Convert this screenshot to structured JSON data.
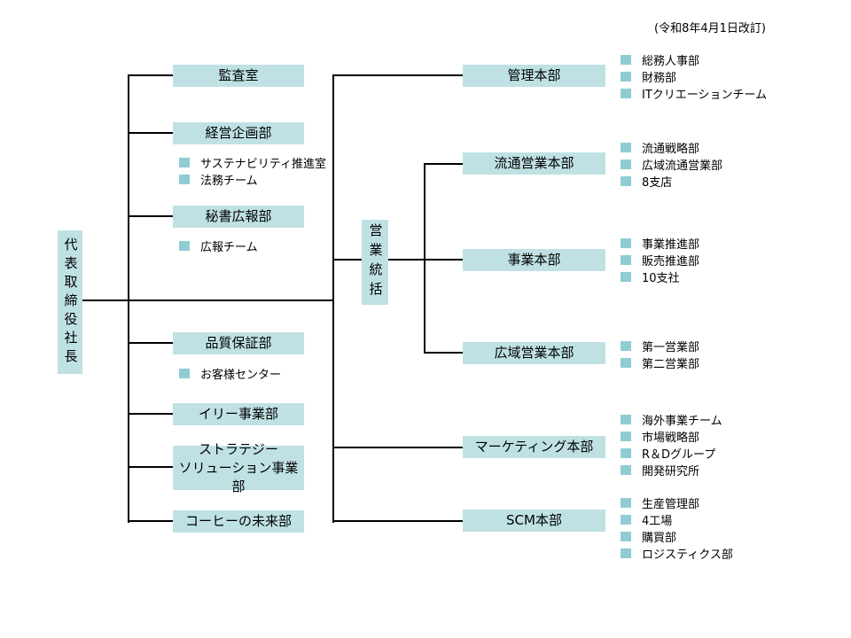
{
  "revision_note": "(令和8年4月1日改訂)",
  "president": {
    "label": "代表取締役社長"
  },
  "sales_supervision": {
    "label": "営業統括"
  },
  "left_departments": [
    {
      "label": "監査室",
      "children": []
    },
    {
      "label": "経営企画部",
      "children": [
        "サステナビリティ推進室",
        "法務チーム"
      ]
    },
    {
      "label": "秘書広報部",
      "children": [
        "広報チーム"
      ]
    },
    {
      "label": "品質保証部",
      "children": [
        "お客様センター"
      ]
    },
    {
      "label": "イリー事業部",
      "children": []
    },
    {
      "label": "ストラテジー\nソリューション事業部",
      "children": []
    },
    {
      "label": "コーヒーの未来部",
      "children": []
    }
  ],
  "right_departments": [
    {
      "label": "管理本部",
      "children": [
        "総務人事部",
        "財務部",
        "ITクリエーションチーム"
      ]
    },
    {
      "label": "流通営業本部",
      "children": [
        "流通戦略部",
        "広域流通営業部",
        "8支店"
      ]
    },
    {
      "label": "事業本部",
      "children": [
        "事業推進部",
        "販売推進部",
        "10支社"
      ]
    },
    {
      "label": "広域営業本部",
      "children": [
        "第一営業部",
        "第二営業部"
      ]
    },
    {
      "label": "マーケティング本部",
      "children": [
        "海外事業チーム",
        "市場戦略部",
        "R＆Dグループ",
        "開発研究所"
      ]
    },
    {
      "label": "SCM本部",
      "children": [
        "生産管理部",
        "4工場",
        "購買部",
        "ロジスティクス部"
      ]
    }
  ],
  "colors": {
    "box_fill": "#bfe1e4",
    "bullet_fill": "#8fccd4",
    "line": "#000000"
  }
}
